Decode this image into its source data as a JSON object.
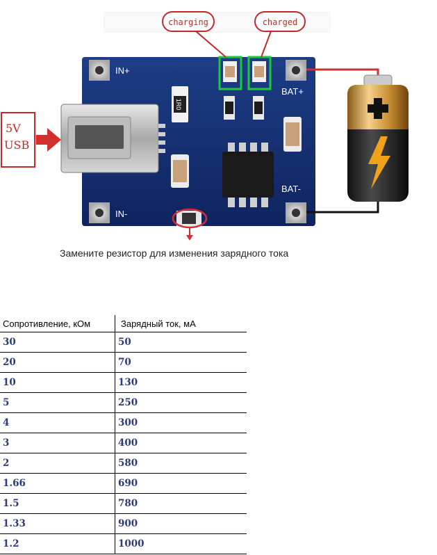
{
  "diagram": {
    "usb_label_1": "5V",
    "usb_label_2": "USB",
    "charging_label": "charging",
    "charged_label": "charged",
    "pad_in_plus": "IN+",
    "pad_in_minus": "IN-",
    "pad_bat_plus": "BAT+",
    "pad_bat_minus": "BAT-",
    "resistor_marking": "1R0"
  },
  "caption": "Замените резистор для изменения зарядного тока",
  "table": {
    "headers": [
      "Сопротивление, кОм",
      "Зарядный ток, мА"
    ],
    "rows": [
      [
        "30",
        "50"
      ],
      [
        "20",
        "70"
      ],
      [
        "10",
        "130"
      ],
      [
        "5",
        "250"
      ],
      [
        "4",
        "300"
      ],
      [
        "3",
        "400"
      ],
      [
        "2",
        "580"
      ],
      [
        "1.66",
        "690"
      ],
      [
        "1.5",
        "780"
      ],
      [
        "1.33",
        "900"
      ],
      [
        "1.2",
        "1000"
      ]
    ]
  }
}
